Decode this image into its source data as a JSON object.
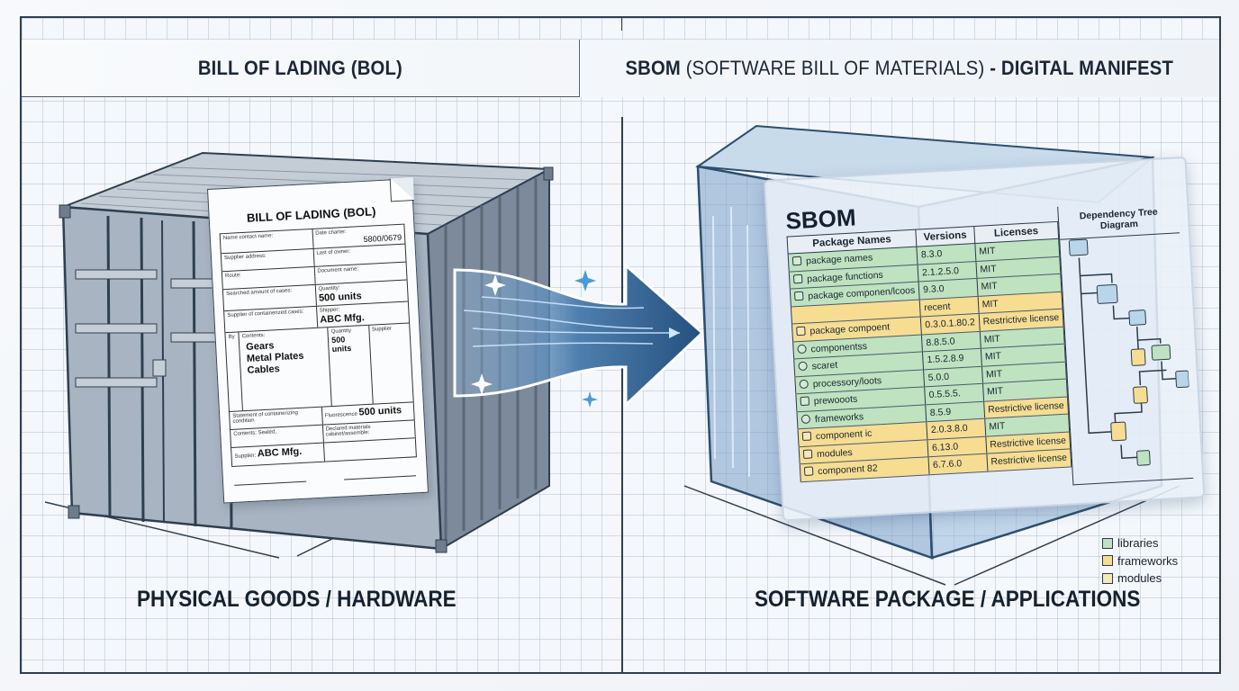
{
  "header": {
    "left_title": "BILL OF LADING (BOL)",
    "right_title_bold_1": "SBOM",
    "right_title_thin": " (SOFTWARE BILL OF MATERIALS) ",
    "right_title_bold_2": "- DIGITAL MANIFEST"
  },
  "footer": {
    "left_label": "PHYSICAL GOODS / HARDWARE",
    "right_label": "SOFTWARE PACKAGE / APPLICATIONS"
  },
  "bol": {
    "title": "BILL OF LADING (BOL)",
    "fields": {
      "name_label": "Name contact name:",
      "date_label": "Date charter:",
      "date_value": "5800/0679",
      "supplier_address_label": "Supplier address:",
      "last_label": "Last of owner:",
      "route_label": "Route:",
      "document_label": "Document name:",
      "amount_label": "Searched amount of cases:",
      "quantity_label": "Quantity:",
      "quantity_value": "500 units",
      "supplier_label": "Supplier of containerized cases:",
      "shipper_label": "Shipper:",
      "shipper_value": "ABC Mfg.",
      "by_label": "By",
      "contents_label": "Contents:",
      "goods": [
        "Gears",
        "Metal Plates",
        "Cables"
      ],
      "quantity_col_label": "Quantity",
      "supply_col_label": "Supplier",
      "qty_col_value": "500 units",
      "statement_label": "Statement of containerizing condition",
      "total_label": "Fluorescence",
      "total_value": "500 units",
      "declared_label": "Declared materials cabinet/assemble:",
      "contents_bottom_label": "Contents:",
      "contents_bottom_value": "Sealed,",
      "supplier_bottom_label": "Supplier:",
      "supplier_bottom_value": "ABC Mfg."
    }
  },
  "sbom": {
    "title": "SBOM",
    "columns": [
      "Package Names",
      "Versions",
      "Licenses"
    ],
    "rows": [
      {
        "name": "package names",
        "version": "8.3.0",
        "license": "MIT",
        "type": "lib",
        "lic_type": "lib",
        "icon": "package-icon"
      },
      {
        "name": "package functions",
        "version": "2.1.2.5.0",
        "license": "MIT",
        "type": "lib",
        "lic_type": "lib",
        "icon": "package-icon"
      },
      {
        "name": "package componen/lcoos",
        "version": "9.3.0",
        "license": "MIT",
        "type": "lib",
        "lic_type": "lib",
        "icon": "package-icon"
      },
      {
        "name": "",
        "version": "recent",
        "license": "MIT",
        "type": "fw",
        "lic_type": "fw",
        "icon": ""
      },
      {
        "name": "package compoent",
        "version": "0.3.0.1.80.2",
        "license": "Restrictive license",
        "type": "fw",
        "lic_type": "fw",
        "icon": "package-icon"
      },
      {
        "name": "componentss",
        "version": "8.8.5.0",
        "license": "MIT",
        "type": "lib",
        "lic_type": "lib",
        "icon": "gear-icon"
      },
      {
        "name": "scaret",
        "version": "1.5.2.8.9",
        "license": "MIT",
        "type": "lib",
        "lic_type": "lib",
        "icon": "gear-icon"
      },
      {
        "name": "processory/loots",
        "version": "5.0.0",
        "license": "MIT",
        "type": "lib",
        "lic_type": "lib",
        "icon": "gear-icon"
      },
      {
        "name": "prewooots",
        "version": "0.5.5.5.",
        "license": "MIT",
        "type": "lib",
        "lic_type": "lib",
        "icon": "package-icon"
      },
      {
        "name": "frameworks",
        "version": "8.5.9",
        "license": "Restrictive license",
        "type": "lib",
        "lic_type": "fw",
        "icon": "gear-icon"
      },
      {
        "name": "component ic",
        "version": "2.0.3.8.0",
        "license": "MIT",
        "type": "fw",
        "lic_type": "lib",
        "icon": "package-icon"
      },
      {
        "name": "modules",
        "version": "6.13.0",
        "license": "Restrictive license",
        "type": "fw",
        "lic_type": "fw",
        "icon": "module-icon"
      },
      {
        "name": "component 82",
        "version": "6.7.6.0",
        "license": "Restrictive license",
        "type": "fw",
        "lic_type": "fw",
        "icon": "package-icon"
      }
    ],
    "tree_title": "Dependency Tree Diagram"
  },
  "legend": [
    {
      "label": "libraries",
      "color": "#bfe2c0"
    },
    {
      "label": "frameworks",
      "color": "#f6dd92"
    },
    {
      "label": "modules",
      "color": "#f5e9b8"
    }
  ],
  "colors": {
    "library": "#bfe2c0",
    "framework": "#f6dd92",
    "module": "#f5e9b8",
    "folder_blue": "#b9d5ea",
    "arrow": "#2e5c88",
    "frame": "#2e3f4f"
  }
}
